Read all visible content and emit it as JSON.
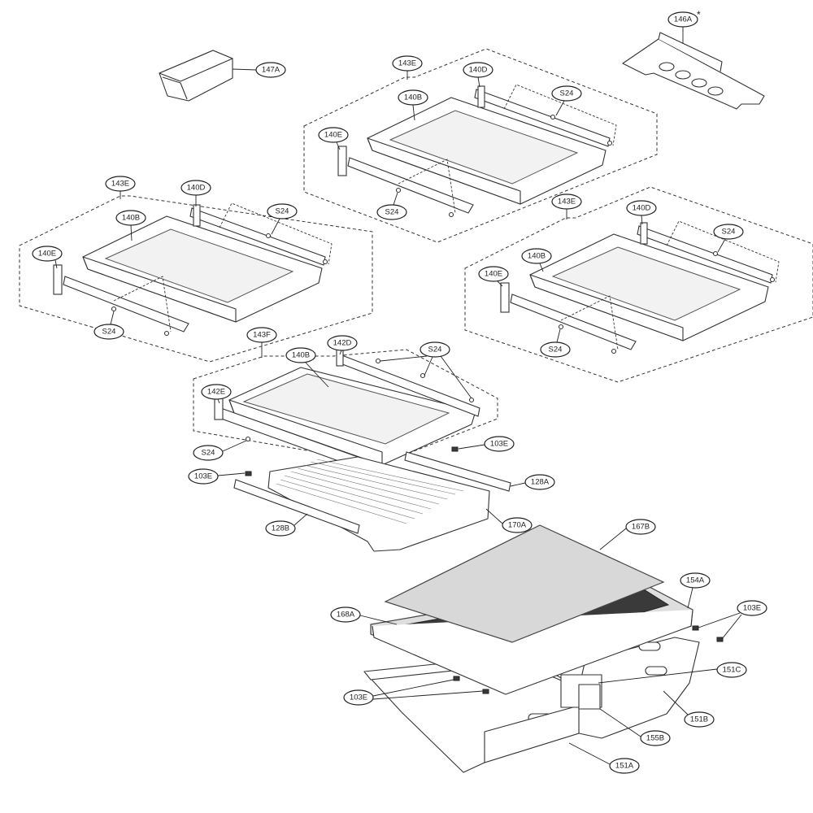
{
  "diagram": {
    "labels": {
      "l147A": "147A",
      "l146A": "146A",
      "l146A_mark": "*",
      "g1_143E": "143E",
      "g1_140D": "140D",
      "g1_140B": "140B",
      "g1_140E": "140E",
      "g1_S24a": "S24",
      "g1_S24b": "S24",
      "g2_143E": "143E",
      "g2_140D": "140D",
      "g2_140B": "140B",
      "g2_140E": "140E",
      "g2_S24a": "S24",
      "g2_S24b": "S24",
      "g3_143E": "143E",
      "g3_140D": "140D",
      "g3_140B": "140B",
      "g3_140E": "140E",
      "g3_S24a": "S24",
      "g3_S24b": "S24",
      "g4_143F": "143F",
      "g4_142D": "142D",
      "g4_140B": "140B",
      "g4_142E": "142E",
      "g4_S24a": "S24",
      "g4_S24b": "S24",
      "g4_103Ea": "103E",
      "g4_103Eb": "103E",
      "g4_128A": "128A",
      "g4_128B": "128B",
      "g4_170A": "170A",
      "b_167B": "167B",
      "b_154A": "154A",
      "b_168A": "168A",
      "b_103Ea": "103E",
      "b_103Eb": "103E",
      "b_151C": "151C",
      "b_151B": "151B",
      "b_155B": "155B",
      "b_151A": "151A"
    }
  }
}
